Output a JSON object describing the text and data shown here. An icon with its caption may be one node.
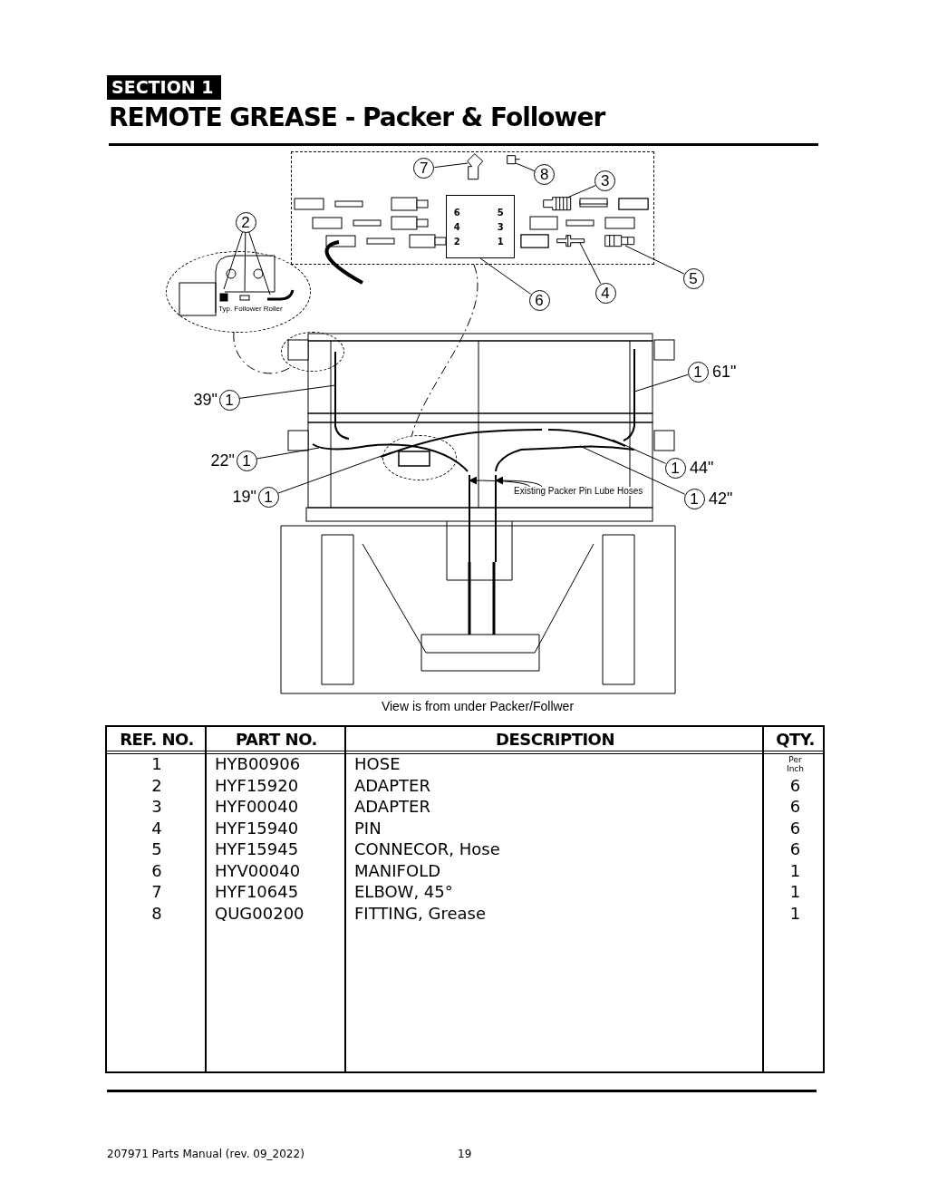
{
  "diagram": {
    "title": "REMOTE GREASE - Packer & Follower",
    "caption": "View is from under Packer/Follwer",
    "nodes": [
      {
        "text": [],
        "shape": "box"
      },
      {
        "text": [
          "7"
        ],
        "in": 0
      },
      {
        "text": [
          "8"
        ],
        "in": 0
      },
      {
        "text": [
          "3"
        ],
        "in": 0
      },
      {
        "text": [
          "6",
          "5",
          "4",
          "3",
          "2",
          "1"
        ],
        "in": 0
      },
      {
        "text": [
          "2"
        ]
      },
      {
        "text": [
          "Typ. Follower Roller"
        ]
      },
      {
        "text": [
          "6"
        ]
      },
      {
        "text": [
          "4"
        ]
      },
      {
        "text": [
          "5"
        ]
      },
      {
        "text": [],
        "shape": "ellipse"
      },
      {
        "text": [
          "1"
        ],
        "beside": [
          "61\""
        ]
      },
      {
        "text": [
          "1"
        ],
        "beside": [
          "39\""
        ]
      },
      {
        "text": [],
        "shape": "ellipse"
      },
      {
        "text": [
          "1"
        ],
        "beside": [
          "22\""
        ]
      },
      {
        "text": [
          "1"
        ],
        "beside": [
          "44\""
        ]
      },
      {
        "text": [
          "1"
        ],
        "beside": [
          "19\""
        ]
      },
      {
        "text": [
          "1"
        ],
        "beside": [
          "42\""
        ]
      },
      {
        "text": [
          "Existing Packer Pin Lube Hoses"
        ]
      },
      {
        "text": [],
        "shape": "picture",
        "in": 0
      },
      {
        "text": [],
        "shape": "picture",
        "in": 0
      },
      {
        "text": [],
        "shape": "picture",
        "in": 0
      },
      {
        "text": [],
        "shape": "picture",
        "in": 0
      },
      {
        "text": [],
        "shape": "picture",
        "in": 0
      },
      {
        "text": [],
        "shape": "picture"
      },
      {
        "text": [],
        "shape": "picture"
      },
      {
        "text": [],
        "shape": "picture"
      },
      {
        "text": [],
        "shape": "picture"
      },
      {
        "text": [],
        "shape": "picture"
      },
      {
        "text": [],
        "shape": "picture"
      },
      {
        "text": [],
        "shape": "picture"
      },
      {
        "text": [],
        "shape": "picture"
      }
    ],
    "edges": [
      {
        "from": 1,
        "to": 19,
        "arrow": "none"
      },
      {
        "from": 2,
        "to": 20,
        "arrow": "none"
      },
      {
        "from": 3,
        "to": 21,
        "arrow": "none"
      },
      {
        "from": 5,
        "to": 6,
        "arrow": "none"
      },
      {
        "from": 5,
        "to": 6,
        "arrow": "none"
      },
      {
        "from": 5,
        "to": 6,
        "arrow": "none"
      },
      {
        "from": 7,
        "to": 4,
        "arrow": "none"
      },
      {
        "from": 8,
        "to": 22,
        "arrow": "none"
      },
      {
        "from": 9,
        "to": 23,
        "arrow": "none"
      },
      {
        "from": 11,
        "to": 24,
        "arrow": "none"
      },
      {
        "from": 12,
        "to": 25,
        "arrow": "none"
      },
      {
        "from": 14,
        "to": 26,
        "arrow": "none"
      },
      {
        "from": 15,
        "to": 27,
        "arrow": "none"
      },
      {
        "from": 16,
        "to": 28,
        "arrow": "none"
      },
      {
        "from": 17,
        "to": 29,
        "arrow": "none"
      },
      {
        "from": 18,
        "to": 30,
        "arrow": "to"
      },
      {
        "from": 18,
        "to": 31,
        "arrow": "to"
      },
      {
        "from": 6,
        "to": 10,
        "arrow": "none",
        "style": "dashed"
      },
      {
        "from": 0,
        "to": 13,
        "arrow": "none",
        "style": "dashed"
      }
    ],
    "labels": [
      "SECTION 1",
      "REF. NO.",
      "PART NO.",
      "DESCRIPTION",
      "QTY.",
      "1",
      "HYB00906",
      "HOSE",
      "Per Inch",
      "2",
      "HYF15920",
      "ADAPTER",
      "6",
      "3",
      "HYF00040",
      "ADAPTER",
      "6",
      "4",
      "HYF15940",
      "PIN",
      "6",
      "5",
      "HYF15945",
      "CONNECOR, Hose",
      "6",
      "6",
      "HYV00040",
      "MANIFOLD",
      "1",
      "7",
      "HYF10645",
      "ELBOW, 45°",
      "1",
      "8",
      "QUG00200",
      "FITTING, Grease",
      "1",
      "207971 Parts Manual (rev. 09_2022)",
      "19"
    ]
  }
}
